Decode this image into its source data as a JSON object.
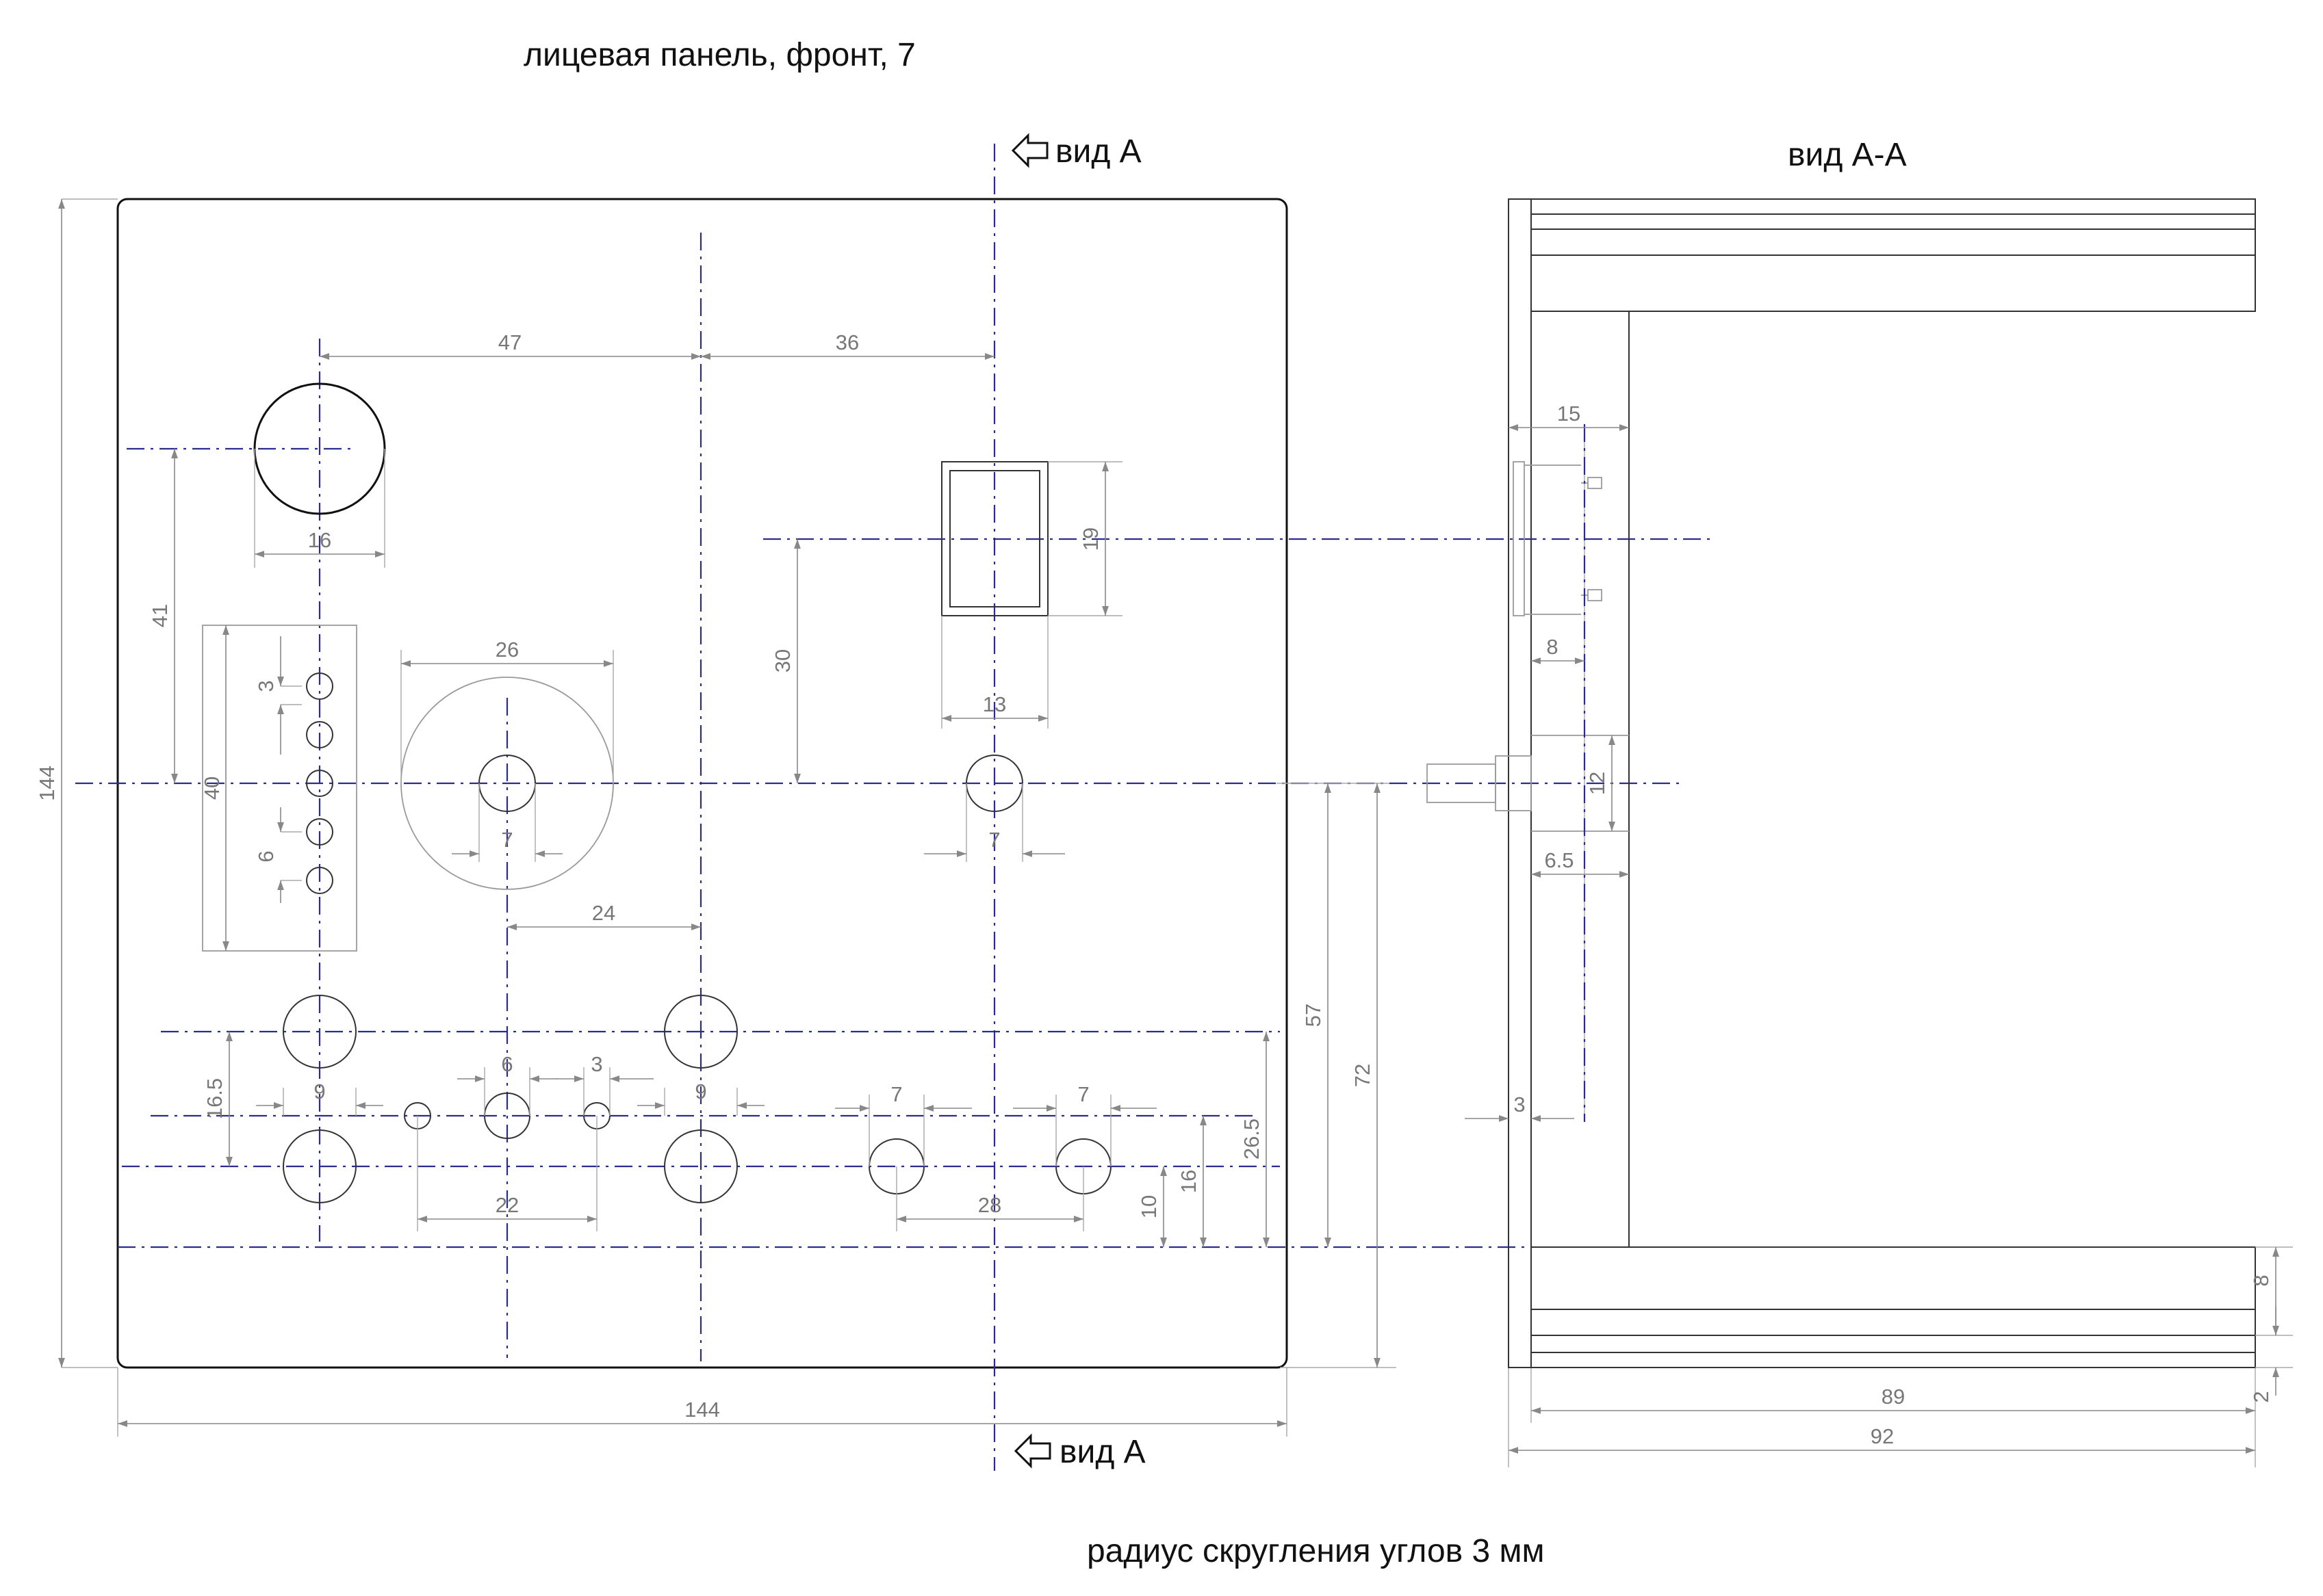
{
  "labels": {
    "front_title": "лицевая  панель, фронт, 7",
    "view_a_top": "вид А",
    "view_a_bottom": "вид А",
    "section_title": "вид А-А",
    "corner_note": "радиус скругления углов 3 мм"
  },
  "dims": {
    "d47": "47",
    "d36": "36",
    "d16": "16",
    "d41": "41",
    "d19": "19",
    "d30": "30",
    "d13": "13",
    "d26": "26",
    "d40": "40",
    "d3a": "3",
    "d6a": "6",
    "d7a": "7",
    "d7b": "7",
    "d24": "24",
    "d144v": "144",
    "d144h": "144",
    "d57": "57",
    "d72": "72",
    "d16_5": "16.5",
    "d9a": "9",
    "d6b": "6",
    "d3b": "3",
    "d9b": "9",
    "d7c": "7",
    "d7d": "7",
    "d26_5": "26.5",
    "d22": "22",
    "d28": "28",
    "d10": "10",
    "d16b": "16",
    "s15": "15",
    "s8a": "8",
    "s12": "12",
    "s6_5": "6.5",
    "s3": "3",
    "s89": "89",
    "s92": "92",
    "s8b": "8",
    "s2": "2"
  },
  "colors": {
    "outline": "#111111",
    "centerline": "#2b2b8f",
    "dimension": "#888888"
  },
  "icons": {
    "view_arrow": "hollow-left-arrow-icon"
  }
}
